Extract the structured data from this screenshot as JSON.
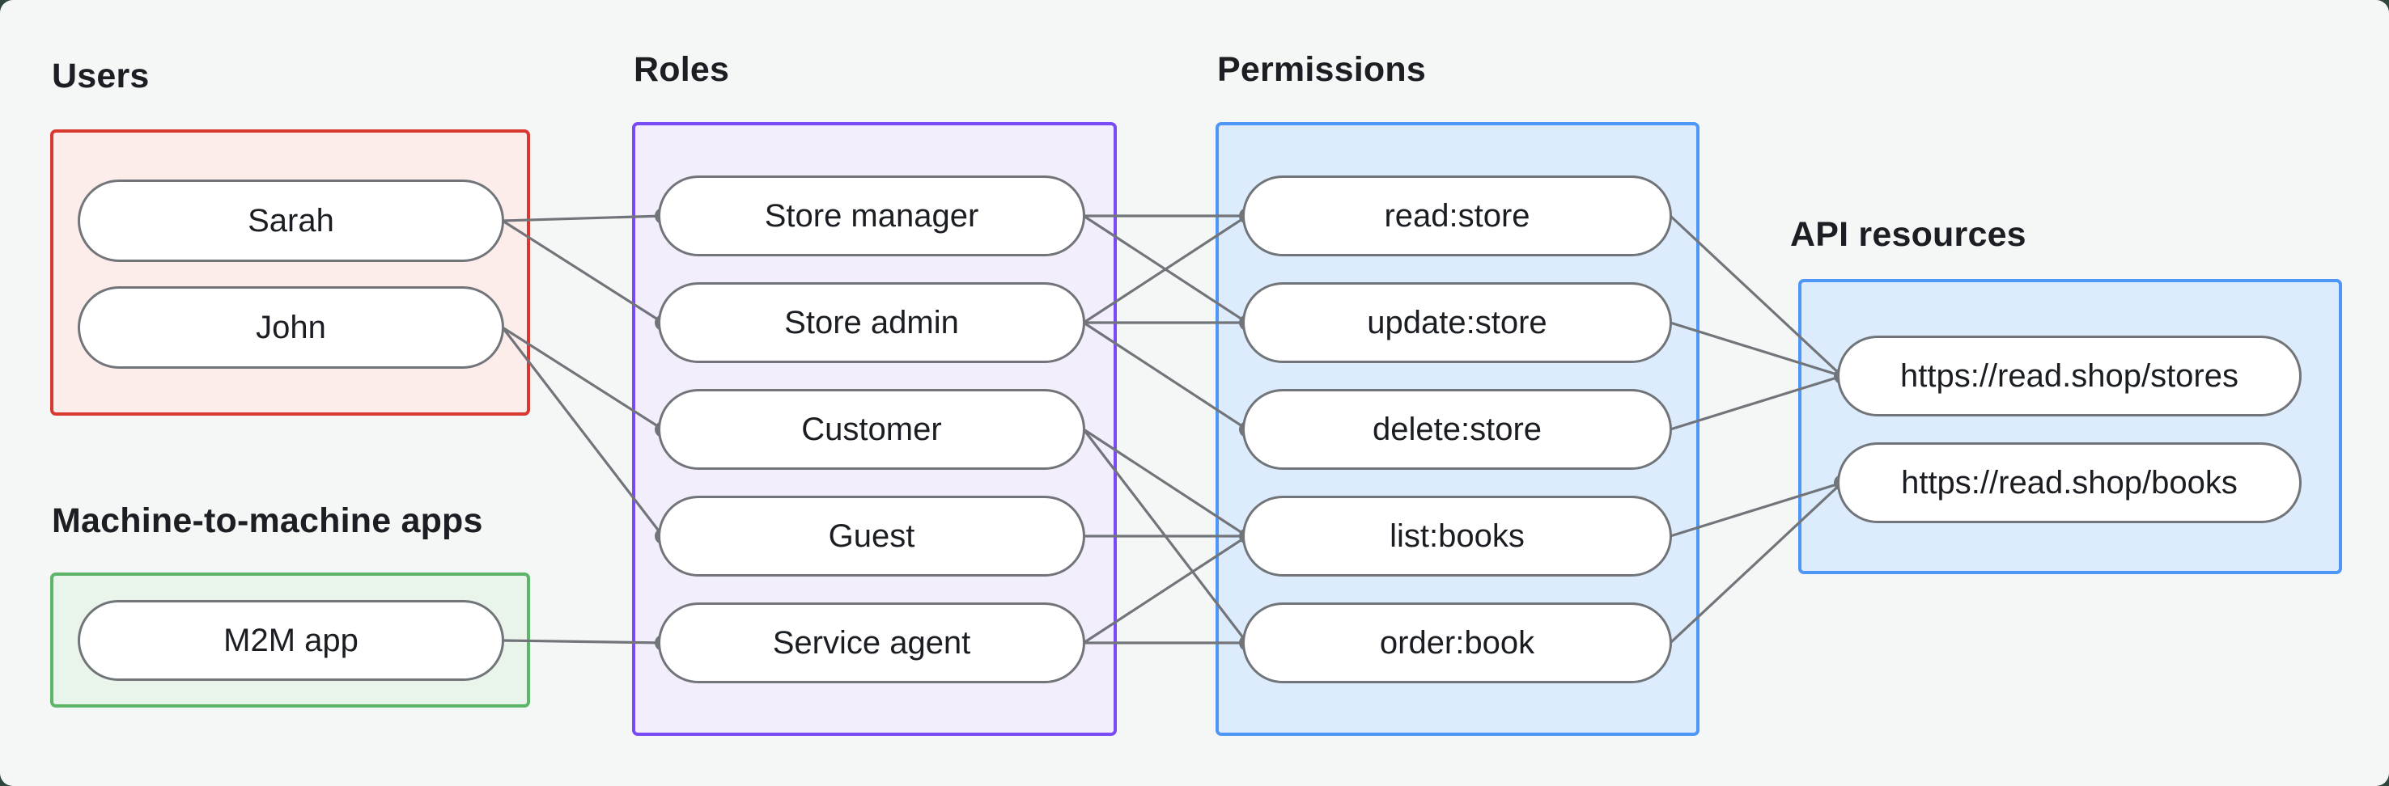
{
  "style": {
    "outer_background": "#2e463c",
    "panel_background": "#f5f7f6",
    "edge_color": "#71757a",
    "node_fill": "#ffffff",
    "node_border": "#71757a",
    "text_color": "#1a1d21"
  },
  "sections": {
    "users": {
      "label": "Users",
      "border": "#d93831",
      "fill": "#fcecea",
      "items": [
        {
          "id": "sarah",
          "label": "Sarah"
        },
        {
          "id": "john",
          "label": "John"
        }
      ]
    },
    "m2m": {
      "label": "Machine-to-machine apps",
      "border": "#5cb569",
      "fill": "#e9f5ea",
      "items": [
        {
          "id": "m2m-app",
          "label": "M2M app"
        }
      ]
    },
    "roles": {
      "label": "Roles",
      "border": "#7a4bf5",
      "fill": "#f3eefc",
      "items": [
        {
          "id": "store-manager",
          "label": "Store manager"
        },
        {
          "id": "store-admin",
          "label": "Store admin"
        },
        {
          "id": "customer",
          "label": "Customer"
        },
        {
          "id": "guest",
          "label": "Guest"
        },
        {
          "id": "service-agent",
          "label": "Service agent"
        }
      ]
    },
    "permissions": {
      "label": "Permissions",
      "border": "#4e97f7",
      "fill": "#ddecfc",
      "items": [
        {
          "id": "read-store",
          "label": "read:store"
        },
        {
          "id": "update-store",
          "label": "update:store"
        },
        {
          "id": "delete-store",
          "label": "delete:store"
        },
        {
          "id": "list-books",
          "label": "list:books"
        },
        {
          "id": "order-book",
          "label": "order:book"
        }
      ]
    },
    "api": {
      "label": "API resources",
      "border": "#4e97f7",
      "fill": "#ddecfc",
      "items": [
        {
          "id": "stores-resource",
          "label": "https://read.shop/stores"
        },
        {
          "id": "books-resource",
          "label": "https://read.shop/books"
        }
      ]
    }
  },
  "edges": [
    [
      "sarah",
      "store-manager"
    ],
    [
      "sarah",
      "store-admin"
    ],
    [
      "john",
      "customer"
    ],
    [
      "john",
      "guest"
    ],
    [
      "m2m-app",
      "service-agent"
    ],
    [
      "store-manager",
      "read-store"
    ],
    [
      "store-manager",
      "update-store"
    ],
    [
      "store-admin",
      "read-store"
    ],
    [
      "store-admin",
      "update-store"
    ],
    [
      "store-admin",
      "delete-store"
    ],
    [
      "customer",
      "list-books"
    ],
    [
      "customer",
      "order-book"
    ],
    [
      "guest",
      "list-books"
    ],
    [
      "service-agent",
      "list-books"
    ],
    [
      "service-agent",
      "order-book"
    ],
    [
      "read-store",
      "stores-resource"
    ],
    [
      "update-store",
      "stores-resource"
    ],
    [
      "delete-store",
      "stores-resource"
    ],
    [
      "list-books",
      "books-resource"
    ],
    [
      "order-book",
      "books-resource"
    ]
  ]
}
